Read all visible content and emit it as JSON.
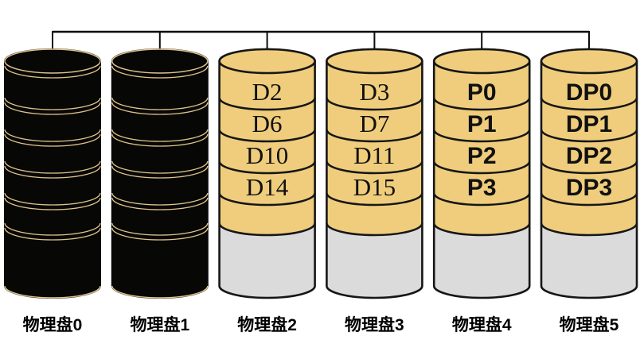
{
  "figure": {
    "kind": "raid-dp-physical-disk-diagram",
    "colors": {
      "background": "#ffffff",
      "bus_line": "#0d0d0d",
      "disk_black_fill": "#070706",
      "disk_black_ring": "#dfc48c",
      "disk_tan_fill": "#efcd7c",
      "disk_gray_fill": "#dbdbdb",
      "disk_outline": "#161616",
      "block_text": "#111111",
      "caption_text": "#000000"
    },
    "disks": [
      {
        "caption": "物理盘0",
        "style": "black",
        "block_font": "",
        "blocks": []
      },
      {
        "caption": "物理盘1",
        "style": "black",
        "block_font": "",
        "blocks": []
      },
      {
        "caption": "物理盘2",
        "style": "data",
        "block_font": "serif",
        "blocks": [
          "D2",
          "D6",
          "D10",
          "D14"
        ]
      },
      {
        "caption": "物理盘3",
        "style": "data",
        "block_font": "serif",
        "blocks": [
          "D3",
          "D7",
          "D11",
          "D15"
        ]
      },
      {
        "caption": "物理盘4",
        "style": "data",
        "block_font": "sans-bold",
        "blocks": [
          "P0",
          "P1",
          "P2",
          "P3"
        ]
      },
      {
        "caption": "物理盘5",
        "style": "data",
        "block_font": "sans-bold",
        "blocks": [
          "DP0",
          "DP1",
          "DP2",
          "DP3"
        ]
      }
    ]
  }
}
